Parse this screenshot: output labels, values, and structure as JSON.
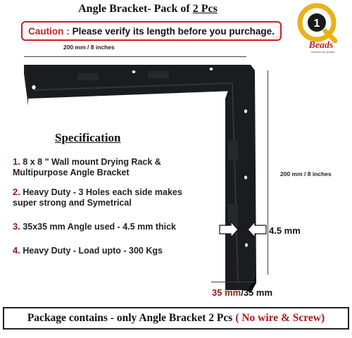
{
  "header": {
    "title_prefix": "Angle Bracket- Pack of",
    "title_qty": "2 Pcs"
  },
  "caution": {
    "label": "Caution :",
    "text": "Please verify its length before you  purchage."
  },
  "logo": {
    "letter": "Q",
    "digit": "1",
    "brand": "Beads",
    "tagline": "branded by quality..."
  },
  "dimensions": {
    "top": "200 mm / 8 inches",
    "right": "200 mm / 8 inches",
    "thickness": "4.5 mm",
    "angle_a": "35 mm",
    "angle_sep": "/",
    "angle_b": "35 mm"
  },
  "specification": {
    "title": "Specification",
    "items": [
      {
        "num": "1.",
        "text": "8 x 8 \"  Wall mount Drying Rack & Multipurpose Angle Bracket"
      },
      {
        "num": "2.",
        "text": "Heavy Duty - 3 Holes each side makes super strong and Symetrical"
      },
      {
        "num": "3.",
        "text": "35x35 mm Angle used - 4.5 mm thick"
      },
      {
        "num": "4.",
        "text": "Heavy Duty - Load upto - 300 Kgs"
      }
    ]
  },
  "package": {
    "text": "Package contains - only Angle Bracket 2 Pcs",
    "note": "( No wire & Screw)"
  },
  "colors": {
    "accent_red": "#cc1f1f",
    "dark_red": "#8b1a1a",
    "bracket": "#1a1c1f",
    "logo_gold": "#e8b21a"
  }
}
